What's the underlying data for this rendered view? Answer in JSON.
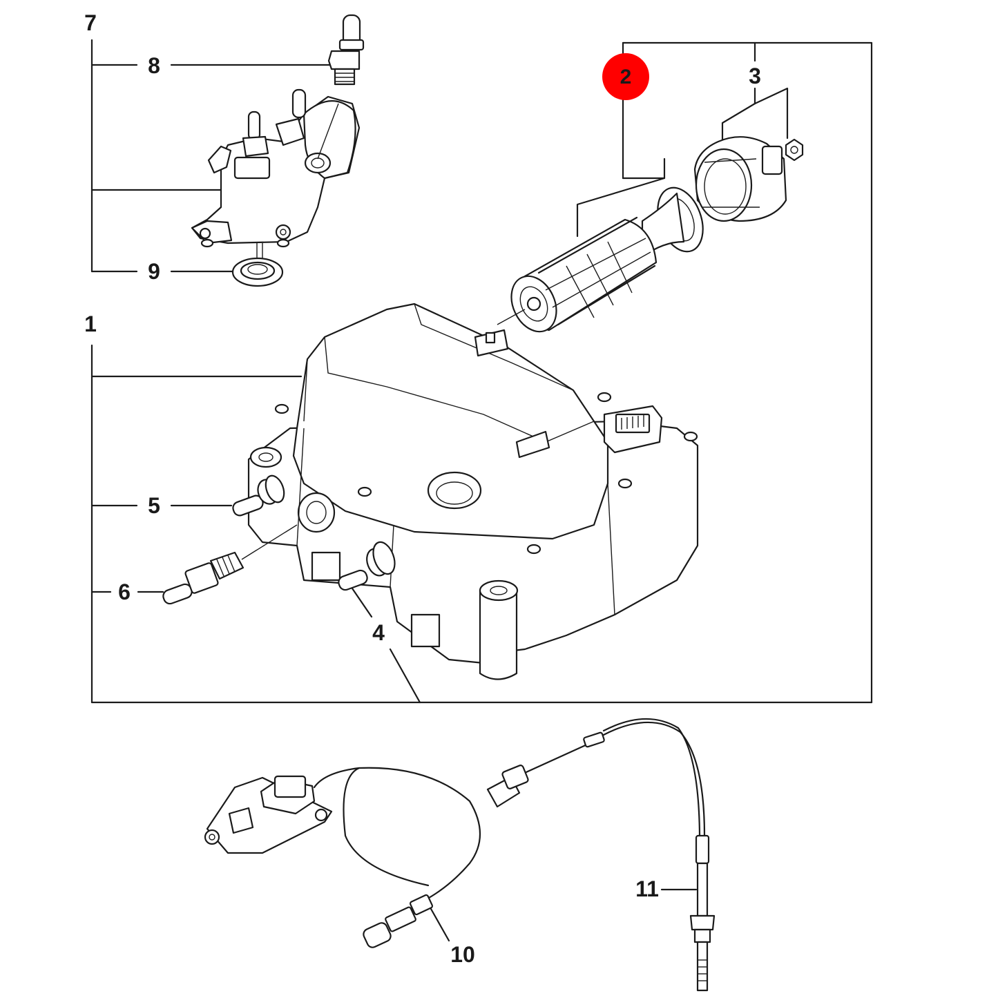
{
  "colors": {
    "line": "#1a1a1a",
    "highlight": "#ff0000",
    "background": "#ffffff"
  },
  "callouts": {
    "c1": "1",
    "c2": "2",
    "c3": "3",
    "c4": "4",
    "c5": "5",
    "c6": "6",
    "c7": "7",
    "c8": "8",
    "c9": "9",
    "c10": "10",
    "c11": "11"
  },
  "highlighted_callout": "2"
}
